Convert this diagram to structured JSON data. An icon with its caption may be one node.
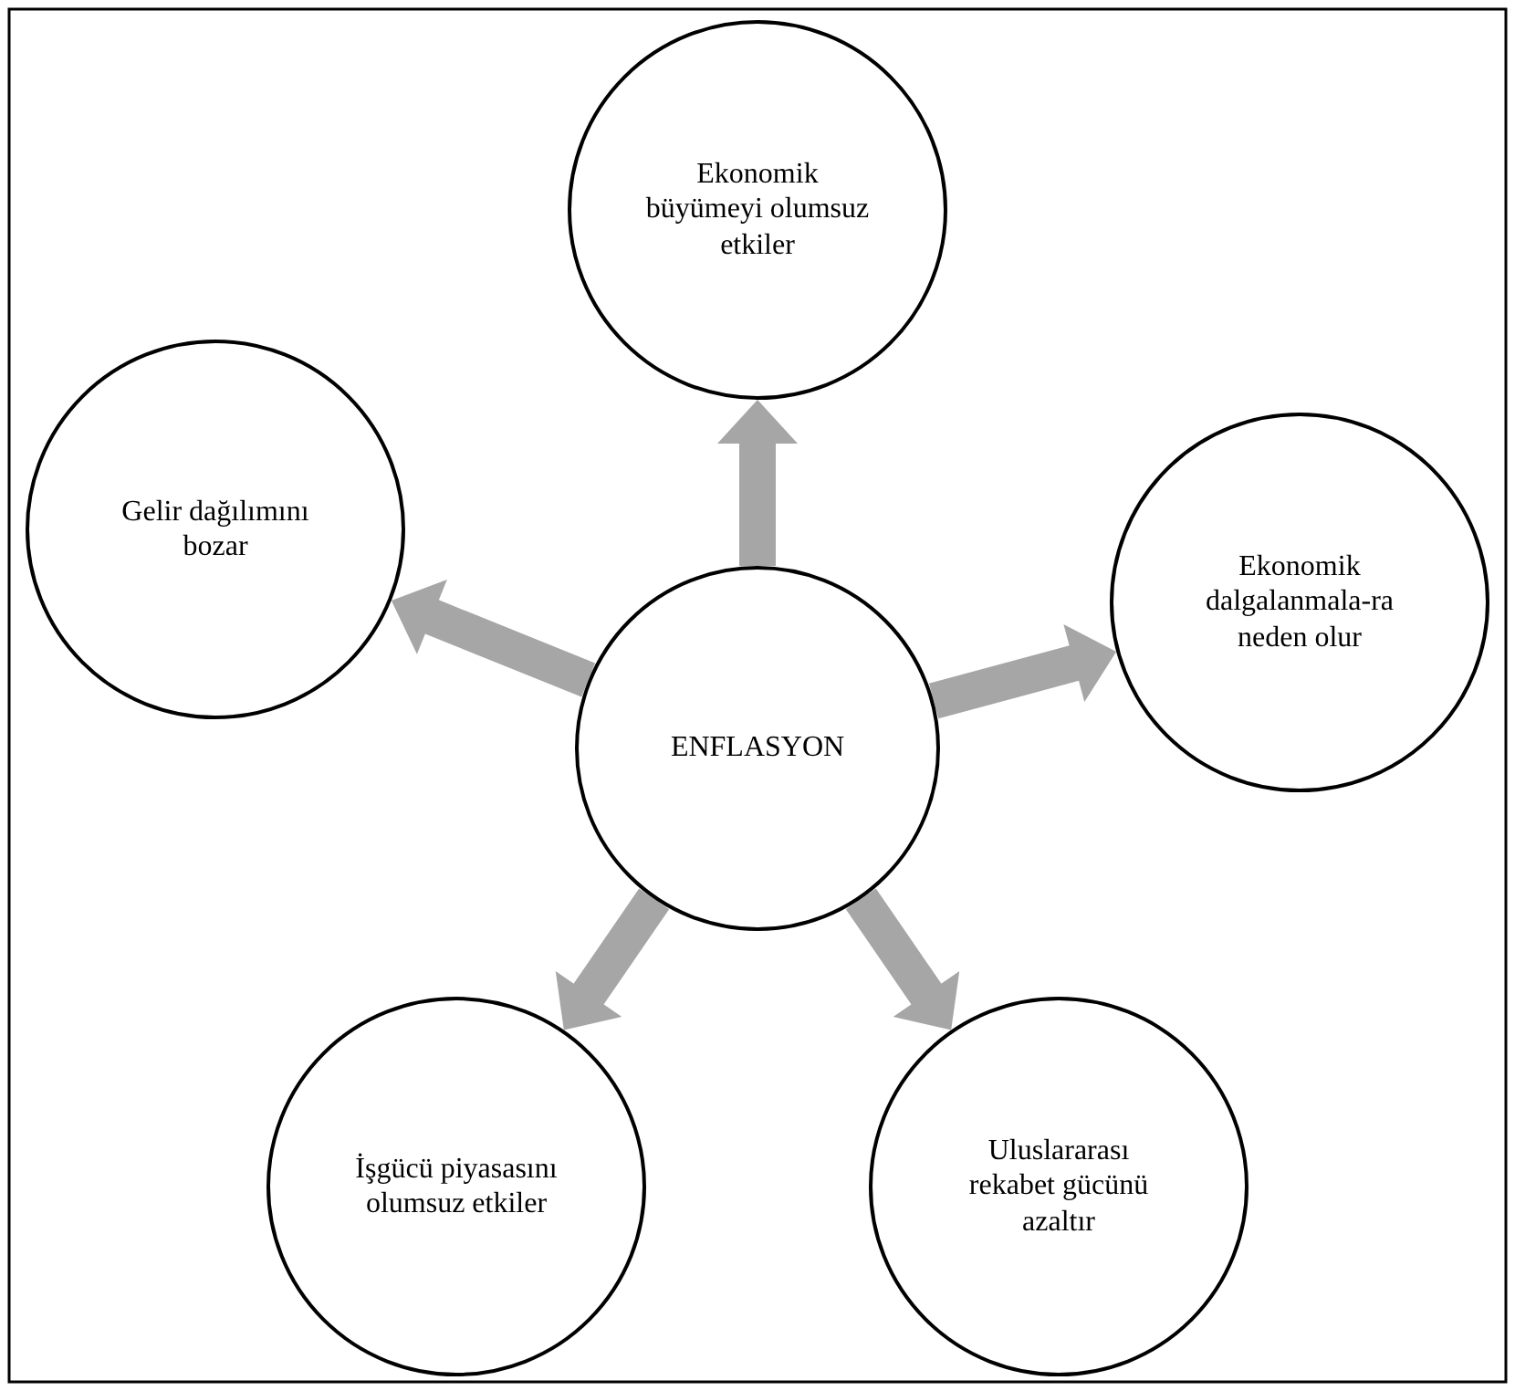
{
  "diagram": {
    "nodes": [
      {
        "text": [
          "Ekonomik büyümeyi olumsuz etkiler"
        ]
      },
      {
        "text": [
          "Gelir dağılımını bozar"
        ]
      },
      {
        "text": [
          "ENFLASYON"
        ]
      },
      {
        "text": [
          "Ekonomik dalgalanmala-ra neden olur"
        ]
      },
      {
        "text": [
          "İşgücü piyasasını olumsuz etkiler"
        ]
      },
      {
        "text": [
          "Uluslararası rekabet gücünü azaltır"
        ]
      }
    ],
    "edges": [
      {
        "from": 2,
        "to": 0,
        "arrow": "to"
      },
      {
        "from": 2,
        "to": 1,
        "arrow": "to"
      },
      {
        "from": 2,
        "to": 3,
        "arrow": "to"
      },
      {
        "from": 2,
        "to": 4,
        "arrow": "to"
      },
      {
        "from": 2,
        "to": 5,
        "arrow": "to"
      }
    ]
  }
}
